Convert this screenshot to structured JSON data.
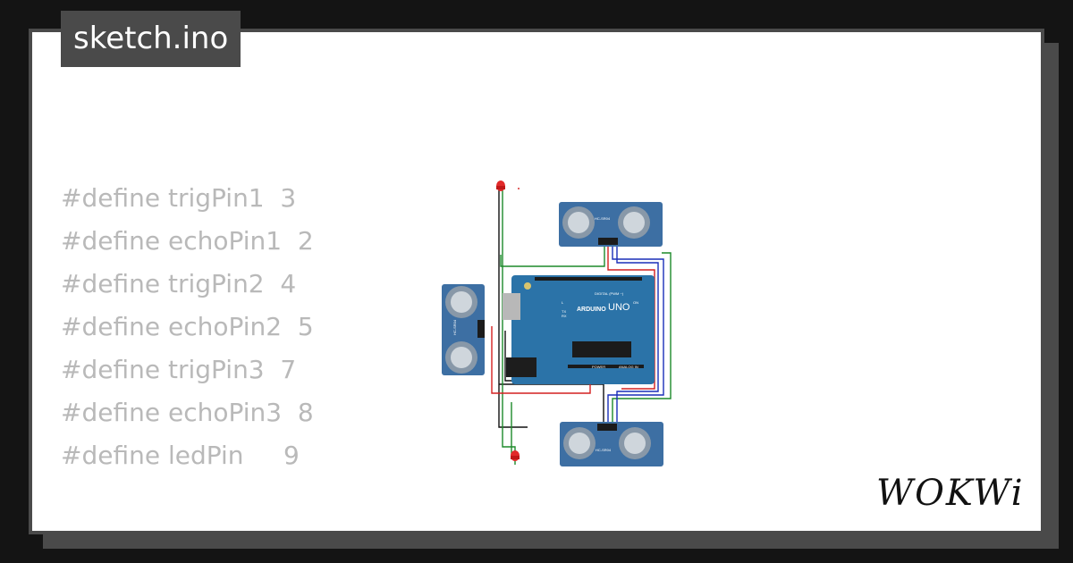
{
  "file_tab": {
    "name": "sketch.ino"
  },
  "code": {
    "lines": [
      "#define trigPin1  3",
      "#define echoPin1  2",
      "#define trigPin2  4",
      "#define echoPin2  5",
      "#define trigPin3  7",
      "#define echoPin3  8",
      "#define ledPin     9"
    ]
  },
  "board": {
    "logo_text": "ARDUINO",
    "model": "UNO",
    "digital_label": "DIGITAL (PWM ~)",
    "analog_label": "ANALOG IN",
    "power_label": "POWER",
    "on_label": "ON",
    "tx_label": "TX",
    "rx_label": "RX",
    "l_label": "L"
  },
  "sensors": {
    "model_label": "HC-SR04"
  },
  "brand": {
    "name": "WOKWi"
  },
  "colors": {
    "background": "#141414",
    "frame": "#4a4a4a",
    "card": "#ffffff",
    "code_text": "#b9b9b9",
    "board": "#2b73a8",
    "sensor": "#3d6fa3",
    "wire_red": "#d42020",
    "wire_green": "#1d8a2a",
    "wire_blue": "#1a2fb8",
    "wire_black": "#111111",
    "led": "#e22a2a"
  }
}
